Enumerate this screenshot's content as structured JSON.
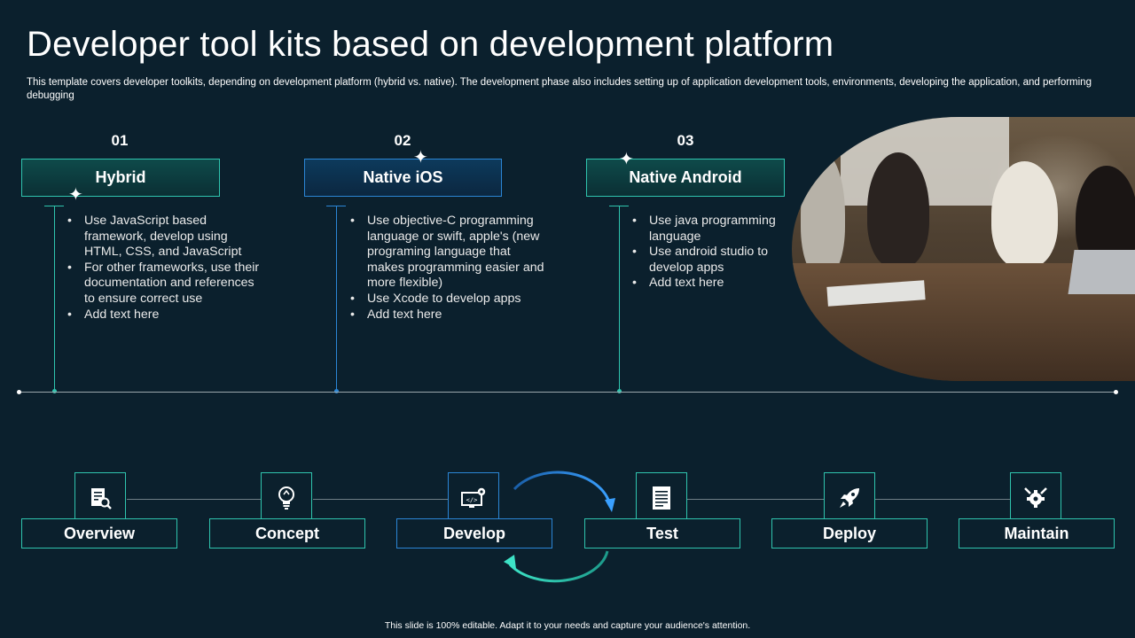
{
  "title": "Developer tool kits based on development platform",
  "subtitle": "This template covers developer toolkits, depending on development platform (hybrid vs. native). The development phase also includes setting up of application development tools, environments, developing the application, and performing debugging",
  "platforms": [
    {
      "number": "01",
      "name": "Hybrid",
      "bullets": [
        "Use JavaScript based framework, develop using HTML, CSS, and JavaScript",
        "For other frameworks, use their documentation and references to ensure correct use",
        "Add text here"
      ]
    },
    {
      "number": "02",
      "name": "Native iOS",
      "bullets": [
        "Use objective-C programming language or swift, apple's (new programing language that makes programming easier and more flexible)",
        "Use Xcode to develop apps",
        "Add text here"
      ]
    },
    {
      "number": "03",
      "name": "Native Android",
      "bullets": [
        "Use java programming language",
        "Use android studio to develop apps",
        "Add text here"
      ]
    }
  ],
  "stages": [
    {
      "label": "Overview",
      "icon": "document-magnifier-icon"
    },
    {
      "label": "Concept",
      "icon": "lightbulb-icon"
    },
    {
      "label": "Develop",
      "icon": "code-gear-monitor-icon"
    },
    {
      "label": "Test",
      "icon": "document-list-icon"
    },
    {
      "label": "Deploy",
      "icon": "rocket-icon"
    },
    {
      "label": "Maintain",
      "icon": "gear-wrench-icon"
    }
  ],
  "selected_stage": "Develop",
  "colors": {
    "background": "#0b202d",
    "teal_accent": "#2fc4ae",
    "blue_accent": "#2b86d6"
  },
  "footer": "This slide is 100% editable.  Adapt it to your needs and capture your audience's attention."
}
